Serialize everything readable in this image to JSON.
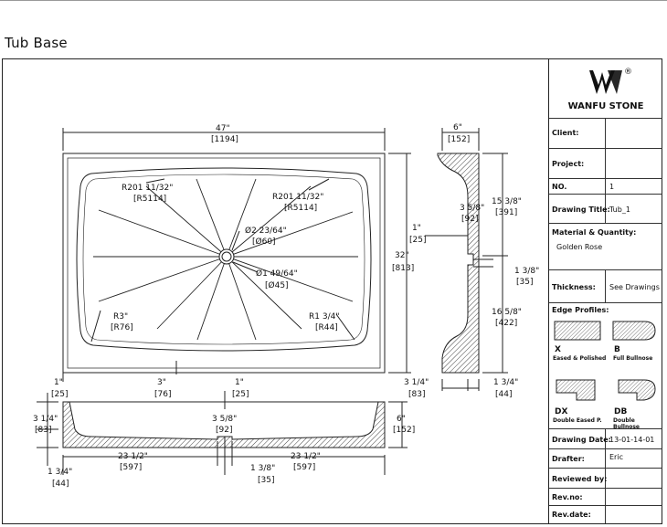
{
  "page": {
    "title": "Tub Base"
  },
  "drawing": {
    "top": {
      "width": "47\"",
      "width_mm": "[1194]",
      "height": "32\"",
      "height_mm": "[813]",
      "radius_tl": "R201 11/32\"",
      "radius_tl_mm": "[R5114]",
      "radius_tr": "R201 11/32\"",
      "radius_tr_mm": "[R5114]",
      "drain_outer": "Ø2 23/64\"",
      "drain_outer_mm": "[Ø60]",
      "drain_inner": "Ø1 49/64\"",
      "drain_inner_mm": "[Ø45]",
      "radius_bl": "R3\"",
      "radius_bl_mm": "[R76]",
      "radius_br": "R1 3/4\"",
      "radius_br_mm": "[R44]",
      "edge_left": "1\"",
      "edge_left_mm": "[25]",
      "offset_3": "3\"",
      "offset_3_mm": "[76]",
      "offset_1": "1\"",
      "offset_1_mm": "[25]",
      "rim_height": "3 1/4\"",
      "rim_height_mm": "[83]"
    },
    "side": {
      "depth": "6\"",
      "depth_mm": "[152]",
      "upper": "15 3/8\"",
      "upper_mm": "[391]",
      "drain_off": "3 5/8\"",
      "drain_off_mm": "[92]",
      "edge": "1\"",
      "edge_mm": "[25]",
      "gap": "1 3/8\"",
      "gap_mm": "[35]",
      "lower": "16 5/8\"",
      "lower_mm": "[422]",
      "foot": "1 3/4\"",
      "foot_mm": "[44]"
    },
    "front": {
      "rim": "3 1/4\"",
      "rim_mm": "[83]",
      "drain_off": "3 5/8\"",
      "drain_off_mm": "[92]",
      "height": "6\"",
      "height_mm": "[152]",
      "half_left": "23 1/2\"",
      "half_left_mm": "[597]",
      "half_right": "23 1/2\"",
      "half_right_mm": "[597]",
      "base": "1 3/4\"",
      "base_mm": "[44]",
      "gap": "1 3/8\"",
      "gap_mm": "[35]"
    }
  },
  "title_block": {
    "logo_text": "WANFU STONE",
    "logo_mark": "®",
    "client_label": "Client:",
    "project_label": "Project:",
    "no_label": "NO.",
    "no_value": "1",
    "drawing_title_label": "Drawing Title:",
    "drawing_title_value": "Tub_1",
    "material_label": "Material & Quantity:",
    "material_value": "Golden Rose",
    "thickness_label": "Thickness:",
    "thickness_value": "See Drawings",
    "edge_label": "Edge Profiles:",
    "edge_x": "X",
    "edge_x_desc": "Eased & Polished",
    "edge_b": "B",
    "edge_b_desc": "Full Bullnose",
    "edge_dx": "DX",
    "edge_dx_desc": "Double Eased P.",
    "edge_db": "DB",
    "edge_db_desc": "Double Bullnose",
    "date_label": "Drawing Date:",
    "date_value": "13-01-14-01",
    "drafter_label": "Drafter:",
    "drafter_value": "Eric",
    "reviewed_label": "Reviewed by:",
    "revno_label": "Rev.no:",
    "revdate_label": "Rev.date:"
  }
}
